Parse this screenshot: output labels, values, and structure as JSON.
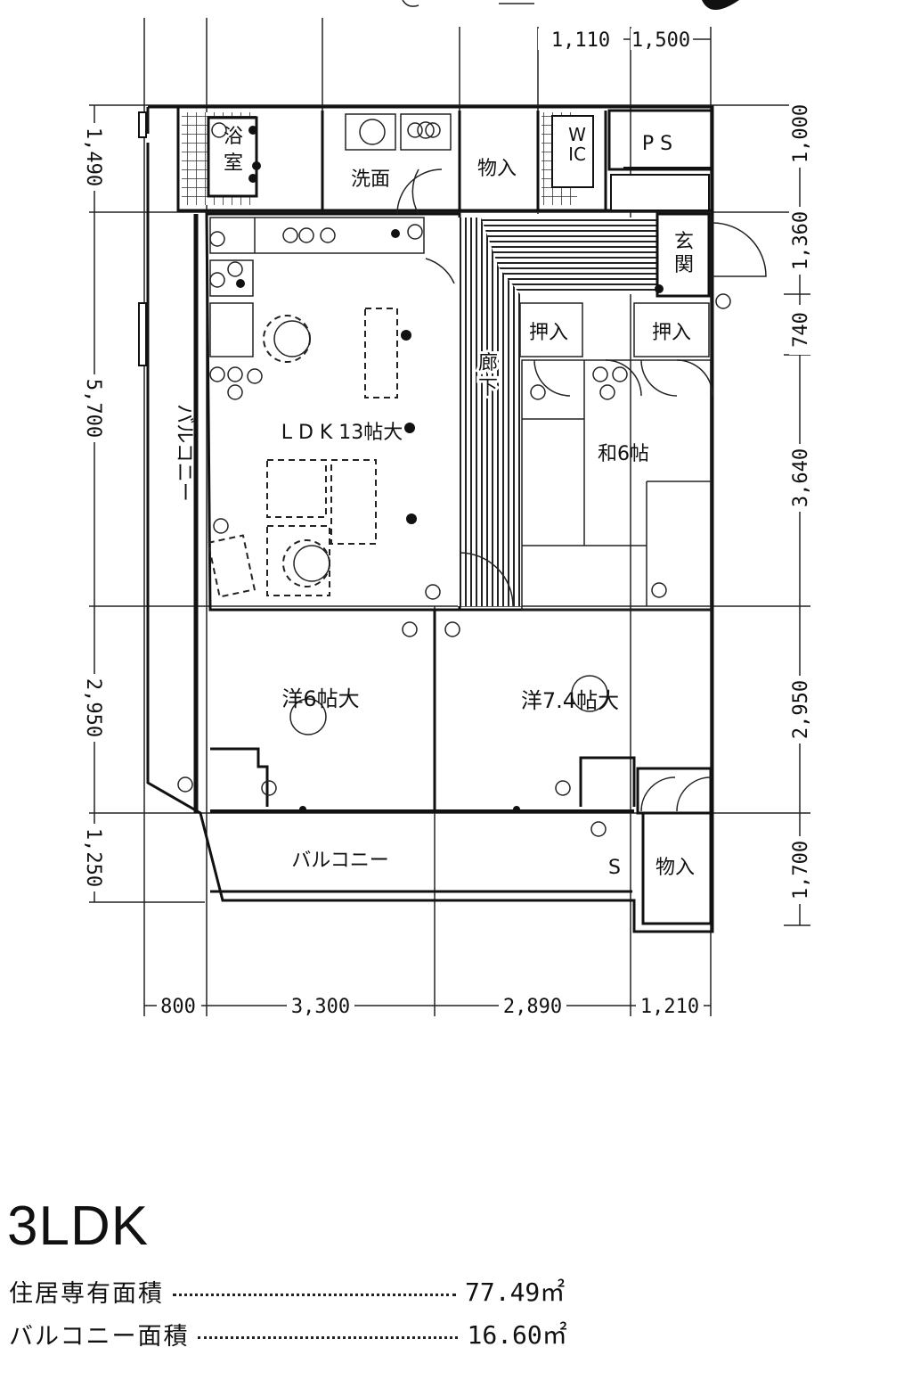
{
  "layout_type": "3LDK",
  "rooms": {
    "bath": "浴室",
    "washroom": "洗面",
    "storage_top": "物入",
    "wic": "W\nIC",
    "ps": "P S",
    "entrance": "玄関",
    "ldk": "L D K 13帖大",
    "corridor": "廊下",
    "closet_left": "押入",
    "closet_right": "押入",
    "washitsu": "和6帖",
    "western_6": "洋6帖大",
    "western_7": "洋7.4帖大",
    "balcony_side": "バルコニー",
    "balcony_bottom": "バルコニー",
    "storage_bottom": "物入",
    "s_mark": "S"
  },
  "dimensions": {
    "top": [
      "1,110",
      "1,500"
    ],
    "bottom": [
      "800",
      "3,300",
      "2,890",
      "1,210"
    ],
    "left": [
      "1,490",
      "5,700",
      "2,950",
      "1,250"
    ],
    "right": [
      "1,000",
      "1,360",
      "740",
      "3,640",
      "2,950",
      "1,700"
    ]
  },
  "areas": [
    {
      "label": "住居専有面積",
      "value": "77.49㎡"
    },
    {
      "label": "バルコニー面積",
      "value": "16.60㎡"
    }
  ]
}
